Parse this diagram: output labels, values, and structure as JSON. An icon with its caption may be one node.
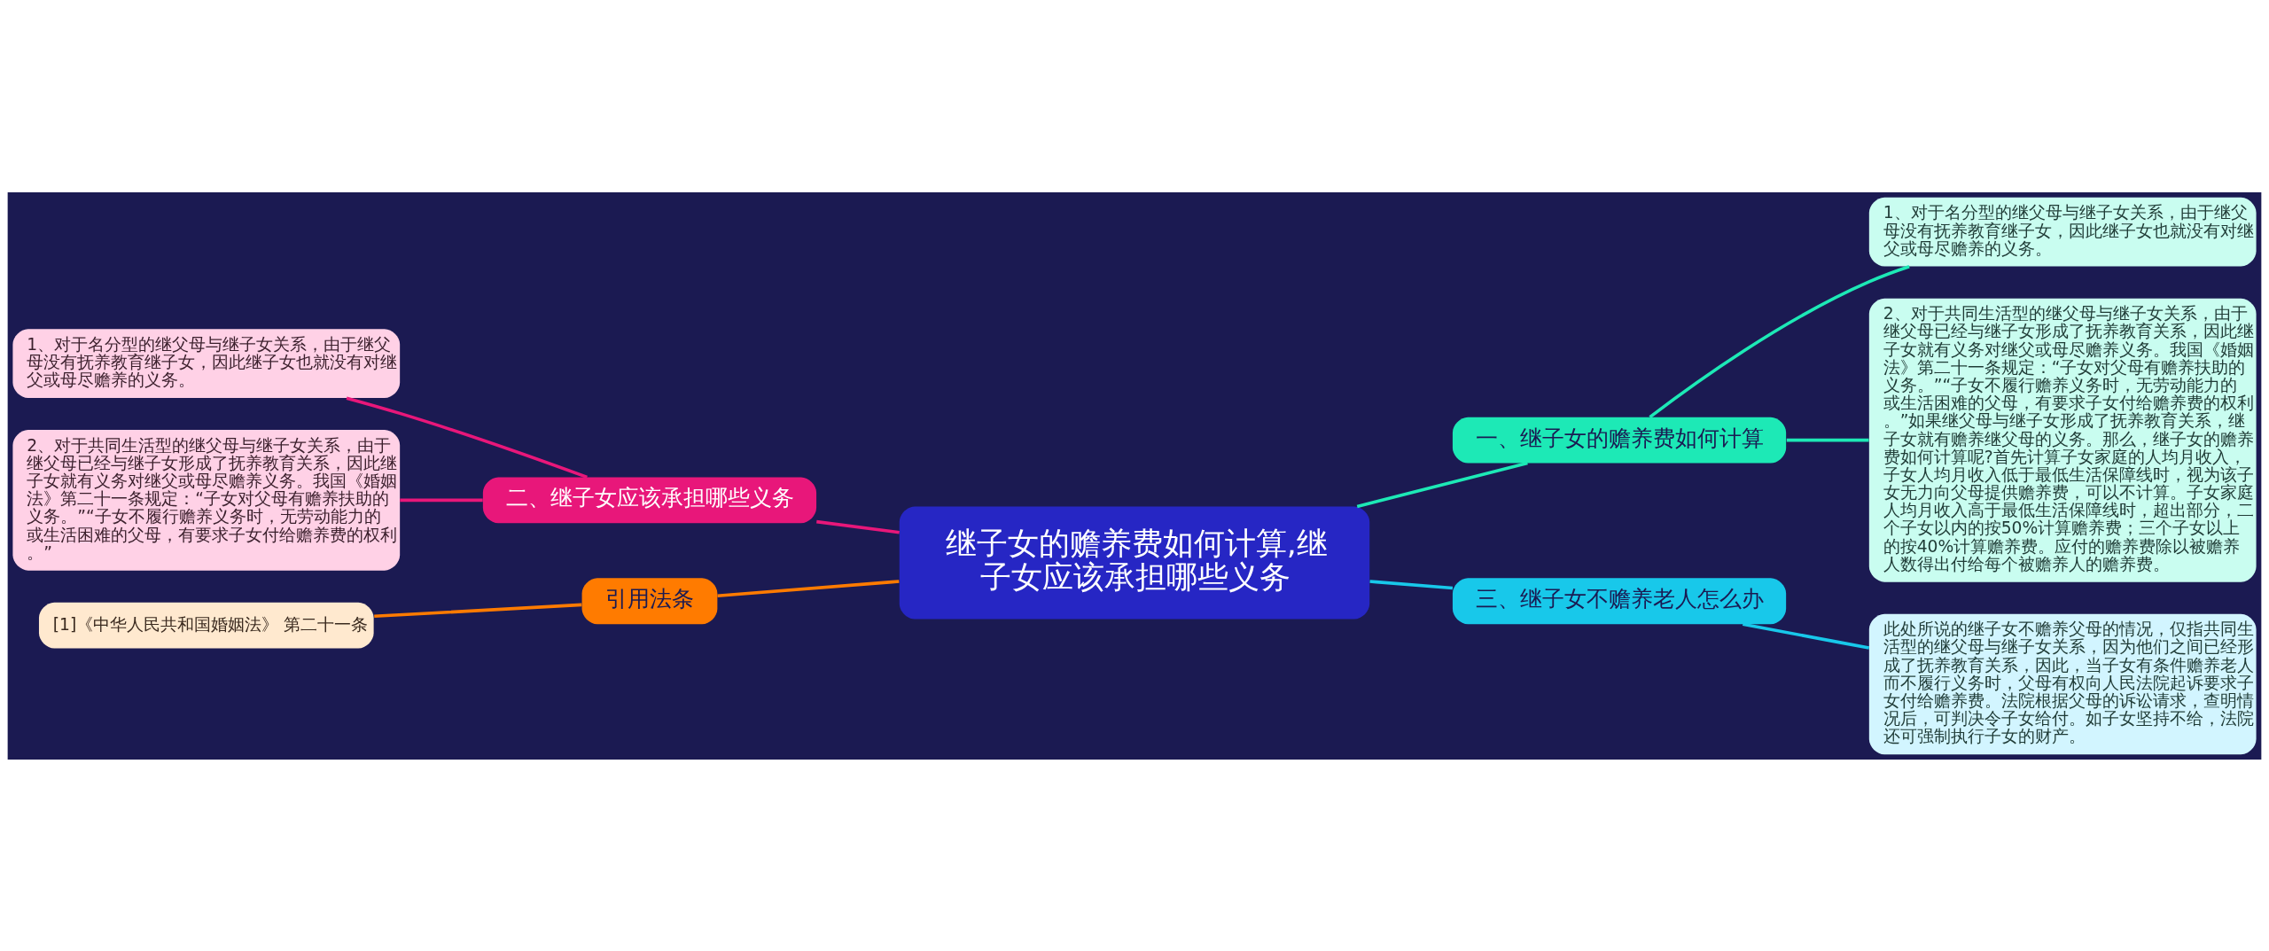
{
  "diagram": {
    "nodes": [
      {
        "text": [
          "继子女的赡养费如何计算,继子女应该承担哪些义务"
        ]
      },
      {
        "text": [
          "一、继子女的赡养费如何计算"
        ]
      },
      {
        "text": [
          "1、对于名分型的继父母与继子女关系，由于继父母没有抚养教育继子女，因此继子女也就没有对继父或母尽赡养的义务。"
        ]
      },
      {
        "text": [
          "2、对于共同生活型的继父母与继子女关系，由于继父母已经与继子女形成了抚养教育关系，因此继子女就有义务对继父或母尽赡养义务。我国《婚姻法》第二十一条规定：“子女对父母有赡养扶助的义务。”“子女不履行赡养义务时，无劳动能力的或生活困难的父母，有要求子女付给赡养费的权利。”如果继父母与继子女形成了抚养教育关系，继子女就有赡养继父母的义务。那么，继子女的赡养费如何计算呢?首先计算子女家庭的人均月收入，子女人均月收入低于最低生活保障线时，视为该子女无力向父母提供赡养费，可以不计算。子女家庭人均月收入高于最低生活保障线时，超出部分，二个子女以内的按50%计算赡养费；三个子女以上的按40%计算赡养费。应付的赡养费除以被赡养人数得出付给每个被赡养人的赡养费。"
        ]
      },
      {
        "text": [
          "三、继子女不赡养老人怎么办"
        ]
      },
      {
        "text": [
          "此处所说的继子女不赡养父母的情况，仅指共同生活型的继父母与继子女关系，因为他们之间已经形成了抚养教育关系，因此，当子女有条件赡养老人而不履行义务时，父母有权向人民法院起诉要求子女付给赡养费。法院根据父母的诉讼请求，查明情况后，可判决令子女给付。如子女坚持不给，法院还可强制执行子女的财产。"
        ]
      },
      {
        "text": [
          "二、继子女应该承担哪些义务"
        ]
      },
      {
        "text": [
          "1、对于名分型的继父母与继子女关系，由于继父母没有抚养教育继子女，因此继子女也就没有对继父或母尽赡养的义务。"
        ]
      },
      {
        "text": [
          "2、对于共同生活型的继父母与继子女关系，由于继父母已经与继子女形成了抚养教育关系，因此继子女就有义务对继父或母尽赡养义务。我国《婚姻法》第二十一条规定：“子女对父母有赡养扶助的义务。”“子女不履行赡养义务时，无劳动能力的或生活困难的父母，有要求子女付给赡养费的权利。”"
        ]
      },
      {
        "text": [
          "引用法条"
        ]
      },
      {
        "text": [
          "[1]《中华人民共和国婚姻法》 第二十一条"
        ]
      }
    ],
    "edges": [
      {
        "from": 0,
        "to": 1,
        "arrow": "none",
        "color": "#1de9b6"
      },
      {
        "from": 1,
        "to": 2,
        "arrow": "none",
        "color": "#1de9b6"
      },
      {
        "from": 1,
        "to": 3,
        "arrow": "none",
        "color": "#1de9b6"
      },
      {
        "from": 0,
        "to": 4,
        "arrow": "none",
        "color": "#18c8ea"
      },
      {
        "from": 4,
        "to": 5,
        "arrow": "none",
        "color": "#18c8ea"
      },
      {
        "from": 7,
        "to": 6,
        "arrow": "none",
        "color": "#e8177a"
      },
      {
        "from": 8,
        "to": 6,
        "arrow": "none",
        "color": "#e8177a"
      },
      {
        "from": 6,
        "to": 0,
        "arrow": "none",
        "color": "#e8177a"
      },
      {
        "from": 10,
        "to": 9,
        "arrow": "none",
        "color": "#ff7b00"
      },
      {
        "from": 9,
        "to": 0,
        "arrow": "none",
        "color": "#ff7b00"
      }
    ]
  }
}
